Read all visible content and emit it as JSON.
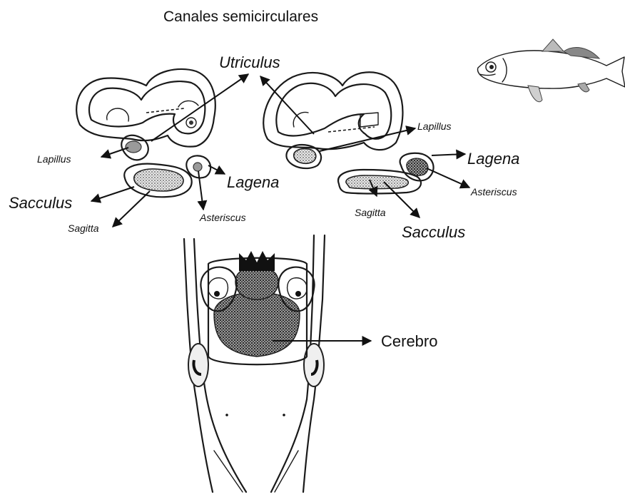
{
  "title": "Canales semicirculares",
  "labels": {
    "utriculus": "Utriculus",
    "lapillus_left": "Lapillus",
    "lapillus_right": "Lapillus",
    "lagena_left": "Lagena",
    "lagena_right": "Lagena",
    "sacculus_left": "Sacculus",
    "sacculus_right": "Sacculus",
    "sagitta_left": "Sagitta",
    "sagitta_right": "Sagitta",
    "asteriscus_left": "Asteriscus",
    "asteriscus_right": "Asteriscus",
    "cerebro": "Cerebro"
  },
  "icons": {
    "fish": "fish-illustration",
    "arrow": "arrow-head"
  }
}
